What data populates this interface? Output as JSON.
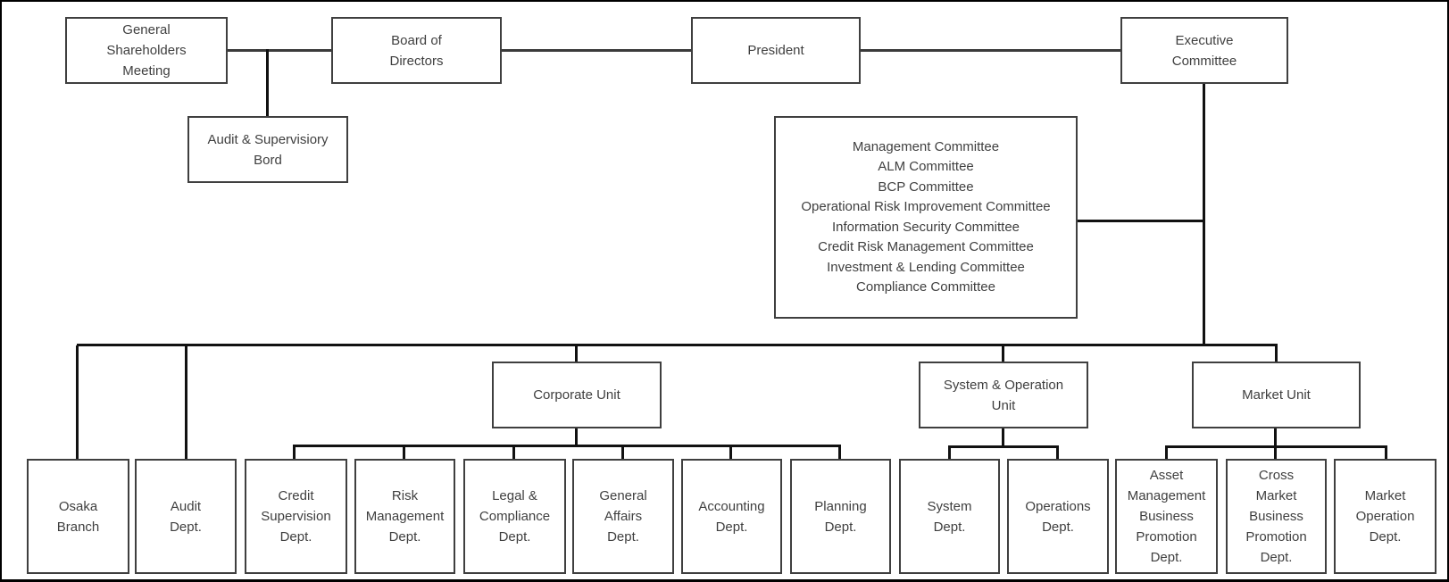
{
  "colors": {
    "background": "#ffffff",
    "frame": "#000000",
    "box_border": "#3f3f3f",
    "connector": "#111111",
    "text": "#3f3f3f"
  },
  "nodes": {
    "general_shareholders_meeting": "General\nShareholders\nMeeting",
    "board_of_directors": "Board of\nDirectors",
    "president": "President",
    "executive_committee": "Executive\nCommittee",
    "audit_and_supervisory_board": "Audit & Supervisiory\nBord",
    "committee_box": {
      "items": [
        "Management Committee",
        "ALM Committee",
        "BCP Committee",
        "Operational Risk Improvement Committee",
        "Information Security Committee",
        "Credit Risk Management Committee",
        "Investment & Lending Committee",
        "Compliance Committee"
      ]
    },
    "corporate_unit": "Corporate Unit",
    "system_operation_unit": "System & Operation\nUnit",
    "market_unit": "Market Unit",
    "departments": {
      "osaka_branch": "Osaka\nBranch",
      "audit_dept": "Audit\nDept.",
      "credit_supervision_dept": "Credit\nSupervision\nDept.",
      "risk_management_dept": "Risk\nManagement\nDept.",
      "legal_compliance_dept": "Legal &\nCompliance\nDept.",
      "general_affairs_dept": "General\nAffairs\nDept.",
      "accounting_dept": "Accounting\nDept.",
      "planning_dept": "Planning\nDept.",
      "system_dept": "System\nDept.",
      "operations_dept": "Operations\nDept.",
      "asset_management_business_promotion_dept": "Asset\nManagement\nBusiness\nPromotion\nDept.",
      "cross_market_business_promotion_dept": "Cross\nMarket\nBusiness\nPromotion\nDept.",
      "market_operation_dept": "Market\nOperation\nDept."
    }
  }
}
